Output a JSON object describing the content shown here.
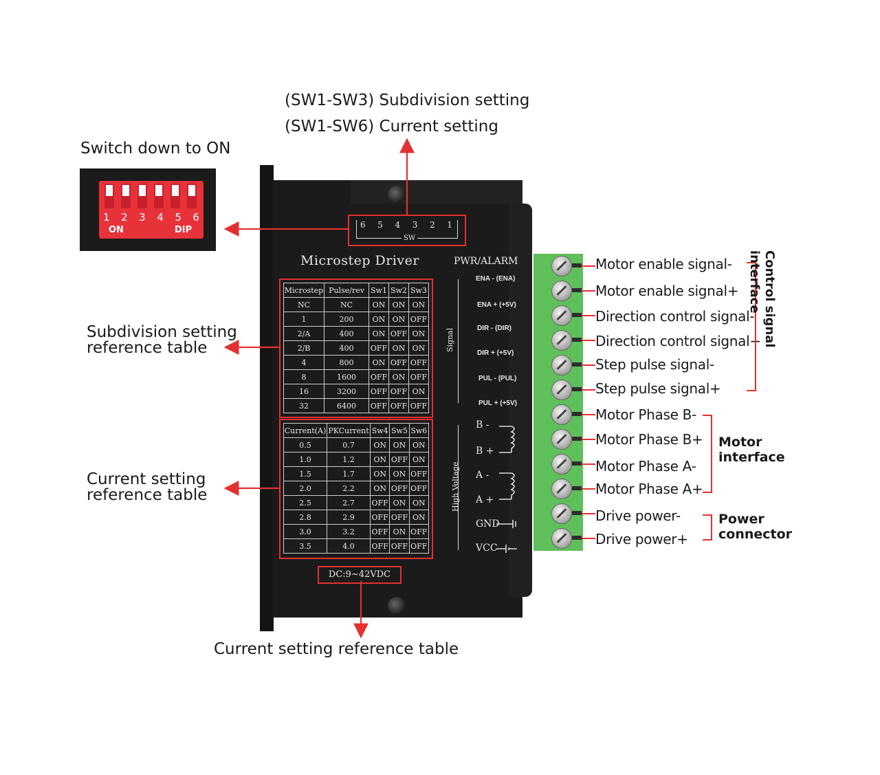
{
  "top_callout": {
    "line1": "(SW1-SW3) Subdivision setting",
    "line2": "(SW1-SW6) Current setting"
  },
  "dip_callout": {
    "title": "Switch down to ON",
    "numbers": [
      "1",
      "2",
      "3",
      "4",
      "5",
      "6"
    ],
    "left_mark": "ON",
    "right_mark": "DIP"
  },
  "left_callouts": {
    "subdivision": [
      "Subdivision setting",
      "reference table"
    ],
    "current": [
      "Current setting",
      "reference table"
    ]
  },
  "bottom_callout": "Current setting reference table",
  "driver": {
    "title": "Microstep Driver",
    "sw_numbers": [
      "6",
      "5",
      "4",
      "3",
      "2",
      "1"
    ],
    "sw_label": "SW",
    "pwr_label": "PWR/ALARM",
    "dc_label": "DC:9~42VDC",
    "signal_group": "Signal",
    "hv_group": "High Voltage",
    "signal_pins": [
      "ENA - (ENA)",
      "ENA + (+5V)",
      "DIR - (DIR)",
      "DIR + (+5V)",
      "PUL - (PUL)",
      "PUL + (+5V)"
    ],
    "hv_pins": [
      "B -",
      "B +",
      "A -",
      "A +",
      "GND",
      "VCC"
    ]
  },
  "subdivision_table": {
    "headers": [
      "Microstep",
      "Pulse/rev",
      "Sw1",
      "Sw2",
      "Sw3"
    ],
    "rows": [
      [
        "NC",
        "NC",
        "ON",
        "ON",
        "ON"
      ],
      [
        "1",
        "200",
        "ON",
        "ON",
        "OFF"
      ],
      [
        "2/A",
        "400",
        "ON",
        "OFF",
        "ON"
      ],
      [
        "2/B",
        "400",
        "OFF",
        "ON",
        "ON"
      ],
      [
        "4",
        "800",
        "ON",
        "OFF",
        "OFF"
      ],
      [
        "8",
        "1600",
        "OFF",
        "ON",
        "OFF"
      ],
      [
        "16",
        "3200",
        "OFF",
        "OFF",
        "ON"
      ],
      [
        "32",
        "6400",
        "OFF",
        "OFF",
        "OFF"
      ]
    ]
  },
  "current_table": {
    "headers": [
      "Current(A)",
      "PKCurrent",
      "Sw4",
      "Sw5",
      "Sw6"
    ],
    "rows": [
      [
        "0.5",
        "0.7",
        "ON",
        "ON",
        "ON"
      ],
      [
        "1.0",
        "1.2",
        "ON",
        "OFF",
        "ON"
      ],
      [
        "1.5",
        "1.7",
        "ON",
        "ON",
        "OFF"
      ],
      [
        "2.0",
        "2.2",
        "ON",
        "OFF",
        "OFF"
      ],
      [
        "2.5",
        "2.7",
        "OFF",
        "ON",
        "ON"
      ],
      [
        "2.8",
        "2.9",
        "OFF",
        "OFF",
        "ON"
      ],
      [
        "3.0",
        "3.2",
        "OFF",
        "ON",
        "OFF"
      ],
      [
        "3.5",
        "4.0",
        "OFF",
        "OFF",
        "OFF"
      ]
    ]
  },
  "terminals": [
    "Motor enable signal-",
    "Motor enable signal+",
    "Direction control signal-",
    "Direction control signal+",
    "Step pulse signal-",
    "Step pulse signal+",
    "Motor Phase B-",
    "Motor Phase B+",
    "Motor Phase A-",
    "Motor Phase A+",
    "Drive power-",
    "Drive power+"
  ],
  "groups": {
    "control": "Control signal interface",
    "motor": [
      "Motor",
      "interface"
    ],
    "power": [
      "Power",
      "connector"
    ]
  },
  "colors": {
    "accent": "#e53030",
    "terminal": "#5fbf5a",
    "driver": "#1b1b1b"
  }
}
